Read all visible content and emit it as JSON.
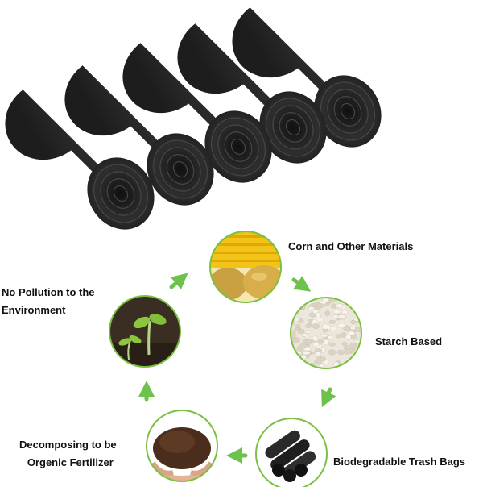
{
  "product": {
    "image_name": "black-trash-bag-rolls",
    "roll_count": 5,
    "roll_color": "#2b2b2b"
  },
  "cycle": {
    "arrow_color": "#6cc24a",
    "circle_border_color": "#7bc043",
    "steps": [
      {
        "label": "Corn and Other Materials",
        "image": "corn-and-potatoes"
      },
      {
        "label": "Starch Based",
        "image": "starch-granules"
      },
      {
        "label": "Biodegradable Trash Bags",
        "image": "black-bag-rolls"
      },
      {
        "label_lines": [
          "Decomposing to be",
          "Orgenic Fertilizer"
        ],
        "image": "compost-soil-in-hands"
      },
      {
        "label_lines": [
          "No Pollution to the",
          "Environment"
        ],
        "image": "seedling-sprout"
      }
    ]
  }
}
